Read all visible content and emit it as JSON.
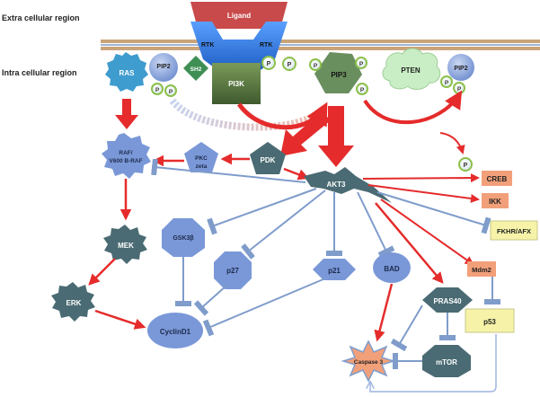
{
  "regions": {
    "extra": "Extra cellular region",
    "intra": "Intra cellular region"
  },
  "receptor": {
    "ligand": "Ligand",
    "rtk_left": "RTK",
    "rtk_right": "RTK",
    "sh2": "SH2",
    "pi3k": "PI3K"
  },
  "nodes": {
    "ras": "RAS",
    "pip2_left": "PIP2",
    "pip3": "PIP3",
    "pten": "PTEN",
    "pip2_right": "PIP2",
    "raf_line1": "RAF/",
    "raf_line2": "V600 B-RAF",
    "pkc_line1": "PKC",
    "pkc_line2": "zeta",
    "pdk": "PDK",
    "akt": "AKT3",
    "creb": "CREB",
    "ikk": "IKK",
    "fkhr": "FKHR/AFX",
    "mdm2": "Mdm2",
    "p53": "p53",
    "gsk3b": "GSK3β",
    "p27": "p27",
    "p21": "p21",
    "bad": "BAD",
    "pras40": "PRAS40",
    "mtor": "mTOR",
    "caspase": "Caspase 3",
    "mek": "MEK",
    "erk": "ERK",
    "cyclin": "CyclinD1"
  },
  "phospho": "P",
  "colors": {
    "activation": "#e52b2b",
    "inhibition": "#7f9ccb",
    "receptor": "#2e7be0",
    "ligand": "#c94a4a",
    "membrane": "#c9a47a",
    "node_blue": "#7a98d8",
    "node_teal": "#4a6b73",
    "node_orange": "#f2a07a",
    "node_yellow": "#f6f3a8",
    "pip3": "#6a8f5f",
    "pten": "#c9edc4"
  }
}
